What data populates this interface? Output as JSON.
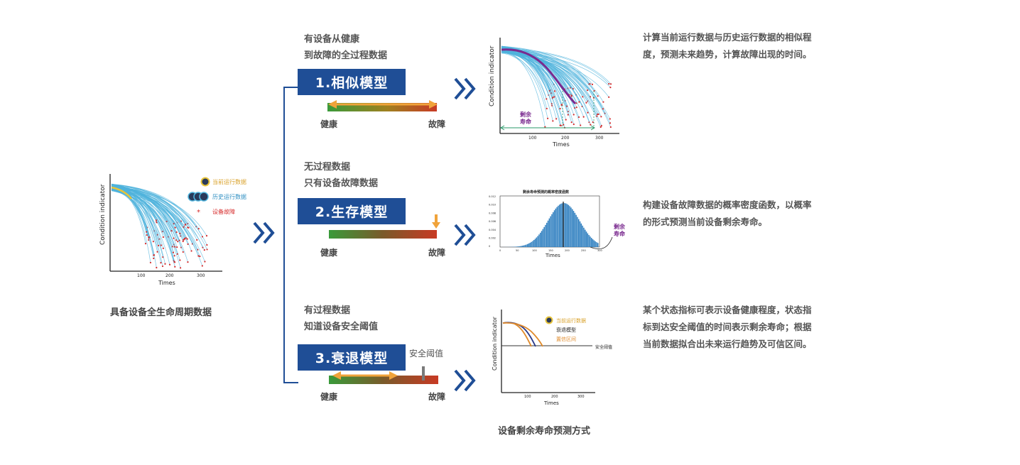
{
  "left": {
    "caption": "具备设备全生命周期数据",
    "legend": {
      "current": "当前运行数据",
      "history": "历史运行数据",
      "fault": "设备故障"
    },
    "axis": {
      "ylabel": "Condition indicator",
      "xlabel": "Times",
      "ticks": [
        "100",
        "200",
        "300"
      ]
    }
  },
  "models": [
    {
      "label_line1": "有设备从健康",
      "label_line2": "到故障的全过程数据",
      "title": "1.相似模型",
      "healthy": "健康",
      "fault": "故障",
      "desc": "计算当前运行数据与历史运行数据的相似程度，预测未来趋势，计算故障出现的时间。",
      "chart": {
        "ylabel": "Condition indicator",
        "xlabel": "Times",
        "ticks": [
          "100",
          "200",
          "300"
        ],
        "rul_l1": "剩余",
        "rul_l2": "寿命"
      }
    },
    {
      "label_line1": "无过程数据",
      "label_line2": "只有设备故障数据",
      "title": "2.生存模型",
      "healthy": "健康",
      "fault": "故障",
      "desc": "构建设备故障数据的概率密度函数，以概率的形式预测当前设备剩余寿命。",
      "chart": {
        "title": "剩余寿命预测的概率密度函数",
        "xlabel": "Times",
        "yticks": [
          "0.012",
          "0.010",
          "0.008",
          "0.006",
          "0.004",
          "0.002",
          "0"
        ],
        "xticks": [
          "0",
          "50",
          "100",
          "150",
          "200",
          "250",
          "300"
        ],
        "rul_l1": "剩余",
        "rul_l2": "寿命"
      }
    },
    {
      "label_line1": "有过程数据",
      "label_line2": "知道设备安全阈值",
      "title": "3.衰退模型",
      "threshold_label": "安全阈值",
      "healthy": "健康",
      "fault": "故障",
      "desc": "某个状态指标可表示设备健康程度，状态指标到达安全阈值的时间表示剩余寿命；根据当前数据拟合出未来运行趋势及可信区间。",
      "chart": {
        "ylabel": "Condition indicator",
        "xlabel": "Times",
        "ticks": [
          "100",
          "200",
          "300"
        ],
        "legend_current": "当前运行数据",
        "legend_decay": "衰退模型",
        "legend_ci": "置信区间",
        "threshold": "安全阈值"
      }
    }
  ],
  "bottom_caption": "设备剩余寿命预测方式",
  "colors": {
    "blue": "#1f4e96",
    "curve": "#4fb3dc",
    "fault": "#d62a2a",
    "purple": "#7a2a8f",
    "orange": "#e08a2a"
  }
}
